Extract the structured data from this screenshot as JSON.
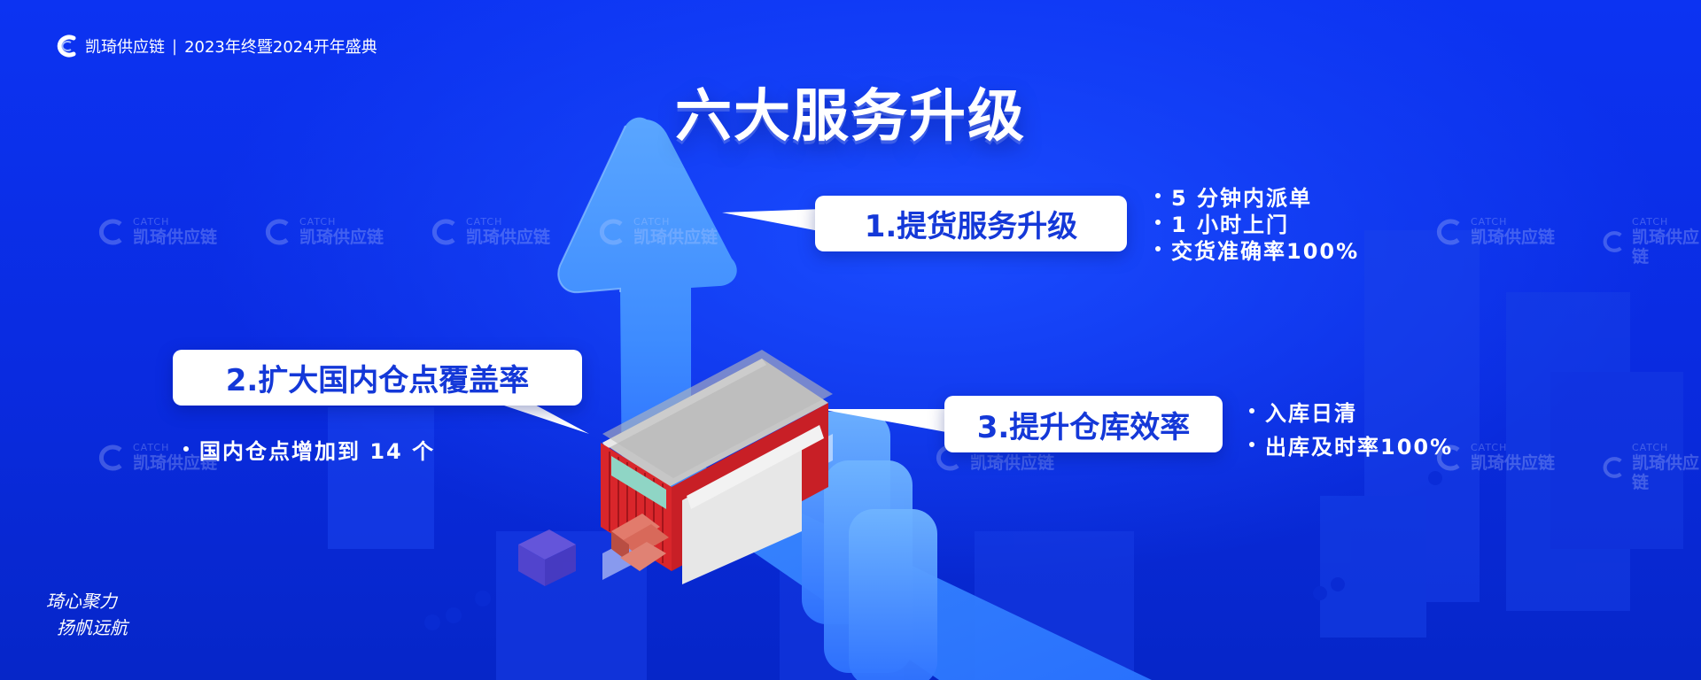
{
  "header": {
    "brand_name": "凯琦供应链",
    "separator": "|",
    "event_name": "2023年终暨2024开年盛典"
  },
  "title": "六大服务升级",
  "sections": [
    {
      "label": "1.提货服务升级",
      "bullets": [
        "5 分钟内派单",
        "1 小时上门",
        "交货准确率100%"
      ]
    },
    {
      "label": "2.扩大国内仓点覆盖率",
      "bullets": [
        "国内仓点增加到 14 个"
      ]
    },
    {
      "label": "3.提升仓库效率",
      "bullets": [
        "入库日清",
        "出库及时率100%"
      ]
    }
  ],
  "watermark": {
    "line1": "CATCH",
    "line2": "凯琦供应链"
  },
  "slogan": {
    "line1": "琦心聚力",
    "line2": "扬帆远航"
  },
  "colors": {
    "background": "#0a2fe0",
    "arrow": "#3d8dff",
    "callout_text": "#1438d8",
    "warehouse_wall": "#d9262b",
    "warehouse_roof": "#c9c9c9"
  }
}
